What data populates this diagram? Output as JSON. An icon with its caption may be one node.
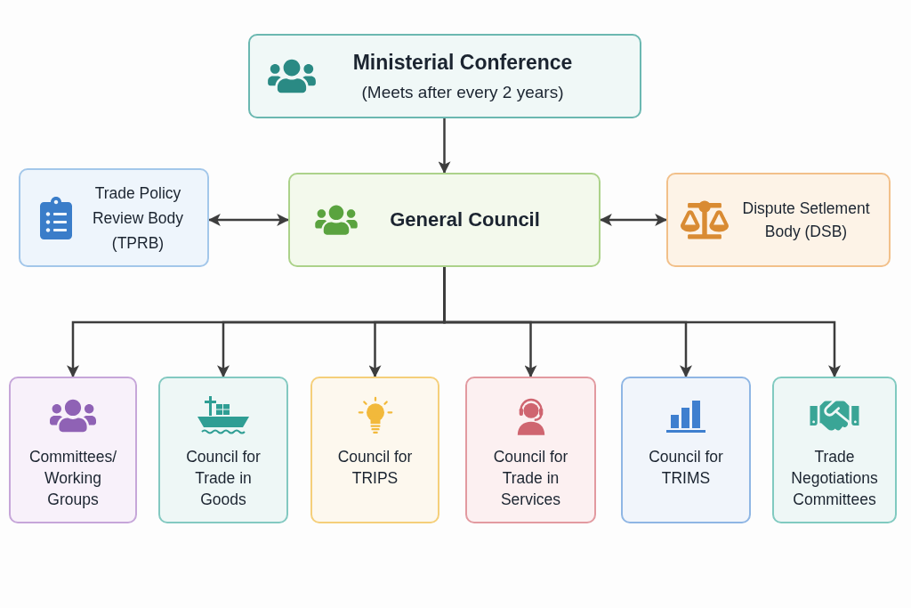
{
  "diagram": {
    "nodes": [
      {
        "text": [
          "Ministerial Conference",
          "(Meets after every 2 years)"
        ]
      },
      {
        "text": [
          "Trade Policy Review Body (TPRB)"
        ]
      },
      {
        "text": [
          "General Council"
        ]
      },
      {
        "text": [
          "Dispute Setlement Body (DSB)"
        ]
      },
      {
        "text": [
          "Committees/ Working Groups"
        ]
      },
      {
        "text": [
          "Council for Trade in Goods"
        ]
      },
      {
        "text": [
          "Council for TRIPS"
        ]
      },
      {
        "text": [
          "Council for Trade in Services"
        ]
      },
      {
        "text": [
          "Council for TRIMS"
        ]
      },
      {
        "text": [
          "Trade Negotiations Committees"
        ]
      }
    ],
    "edges": [
      {
        "from": 0,
        "to": 2,
        "arrow": "to"
      },
      {
        "from": 2,
        "to": 1,
        "arrow": "both"
      },
      {
        "from": 2,
        "to": 3,
        "arrow": "both"
      },
      {
        "from": 2,
        "to": 4,
        "arrow": "to"
      },
      {
        "from": 2,
        "to": 5,
        "arrow": "to"
      },
      {
        "from": 2,
        "to": 6,
        "arrow": "to"
      },
      {
        "from": 2,
        "to": 7,
        "arrow": "to"
      },
      {
        "from": 2,
        "to": 8,
        "arrow": "to"
      },
      {
        "from": 2,
        "to": 9,
        "arrow": "to"
      }
    ]
  }
}
